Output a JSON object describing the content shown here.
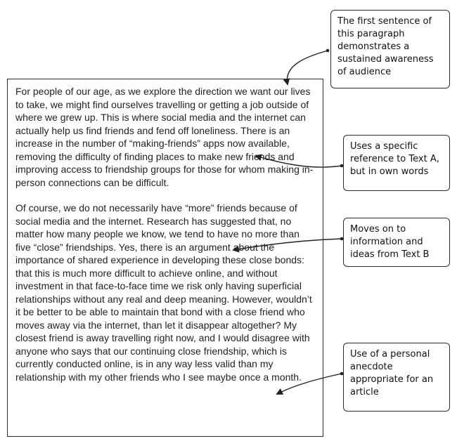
{
  "document": {
    "paragraphs": [
      "For people of our age, as we explore the direction we want our lives to take, we might find ourselves travelling or getting a job outside of where we grew up. This is where social media and the internet can actually help us find friends and fend off loneliness. There is an increase in the number of “making-friends” apps now available, removing the difficulty of finding places to make new friends and improving access to friendship groups for those for whom making in-person connections can be difficult.",
      "Of course, we do not necessarily have “more” friends because of social media and the internet. Research has suggested that, no matter how many people we know, we tend to have no more than five “close” friendships. Yes, there is an argument about the importance of shared experience in developing these close bonds: that this is much more difficult to achieve online, and without investment in that face-to-face time we risk only having superficial relationships without any real and deep meaning. However, wouldn’t it be better to be able to maintain that bond with a close friend who moves away via the internet, than let it disappear altogether? My closest friend is away travelling right now, and I would disagree with anyone who says that our continuing close friendship, which is currently conducted online, is in any way less valid than my relationship with my other friends who I see maybe once a month."
    ]
  },
  "annotations": [
    {
      "text": "The first sentence of this paragraph demonstrates a sustained awareness of audience"
    },
    {
      "text": "Uses a specific reference to Text A, but in own words"
    },
    {
      "text": "Moves on to information and ideas from Text B"
    },
    {
      "text": "Use of a personal anecdote appropriate for an article"
    }
  ],
  "style": {
    "ink_color": "#222222"
  }
}
